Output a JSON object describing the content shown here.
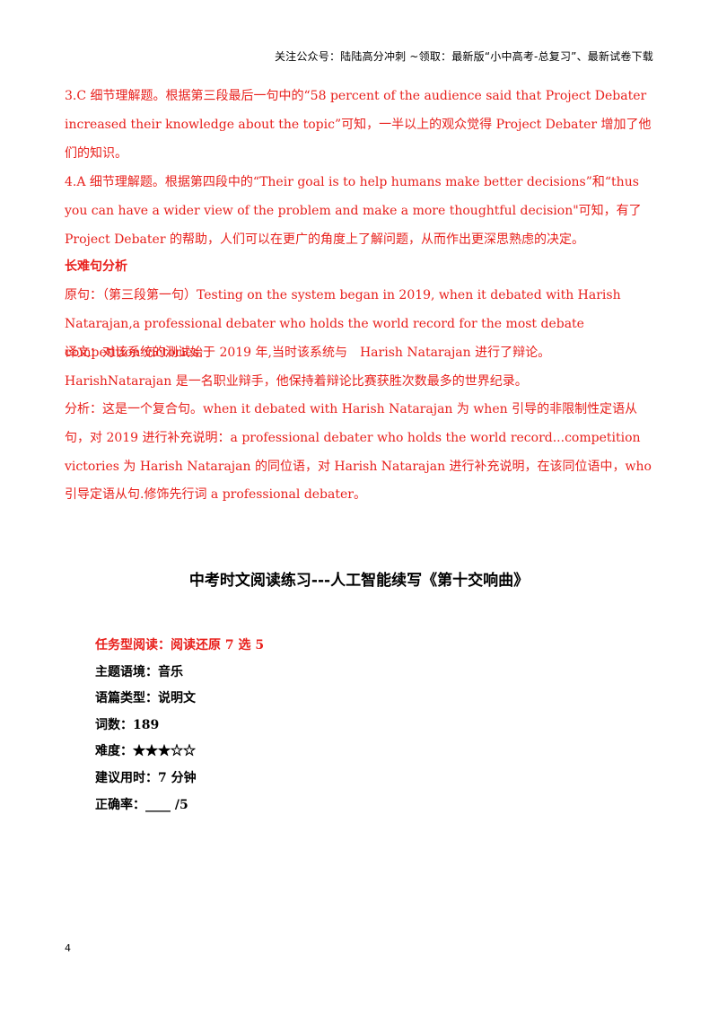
{
  "header": {
    "text": "关注公众号：陆陆高分冲刺 ~领取：最新版“小中高考-总复习”、最新试卷下载"
  },
  "answers": {
    "q3": "3.C 细节理解题。根据第三段最后一句中的“58 percent of the audience said that Project Debater increased their knowledge about the topic”可知，一半以上的观众觉得 Project Debater 增加了他们的知识。",
    "q4": "4.A 细节理解题。根据第四段中的“Their goal is to help humans make better decisions”和“thus you can have a wider view of the problem and make a more thoughtful decision\"可知，有了 Project Debater 的帮助，人们可以在更广的角度上了解问题，从而作出更深思熟虑的决定。"
  },
  "analysis": {
    "heading": "长难句分析",
    "original": "原句：（第三段第一句）Testing on the system began in 2019, when it debated with Harish Natarajan,a professional debater who holds the world record for the most debate competition victories.",
    "translation": "译文：对该系统的测试始于 2019 年,当时该系统与　Harish Natarajan 进行了辩论。HarishNatarajan 是一名职业辩手，他保持着辩论比赛获胜次数最多的世界纪录。",
    "explanation": "分析：这是一个复合句。when it debated with Harish Natarajan 为 when 引导的非限制性定语从句，对 2019 进行补充说明：a professional debater who holds the world record...competition victories 为 Harish Natarajan 的同位语，对 Harish Natarajan 进行补充说明，在该同位语中，who 引导定语从句.修饰先行词 a professional debater。"
  },
  "section": {
    "title": "中考时文阅读练习---人工智能续写《第十交响曲》",
    "task": "任务型阅读：阅读还原 7 选 5",
    "theme": "主题语境：音乐",
    "genre": "语篇类型：说明文",
    "words": "词数：189",
    "difficulty": "难度：★★★☆☆",
    "time": "建议用时：7 分钟",
    "accuracy": "正确率：____ /5"
  },
  "page_number": "4"
}
